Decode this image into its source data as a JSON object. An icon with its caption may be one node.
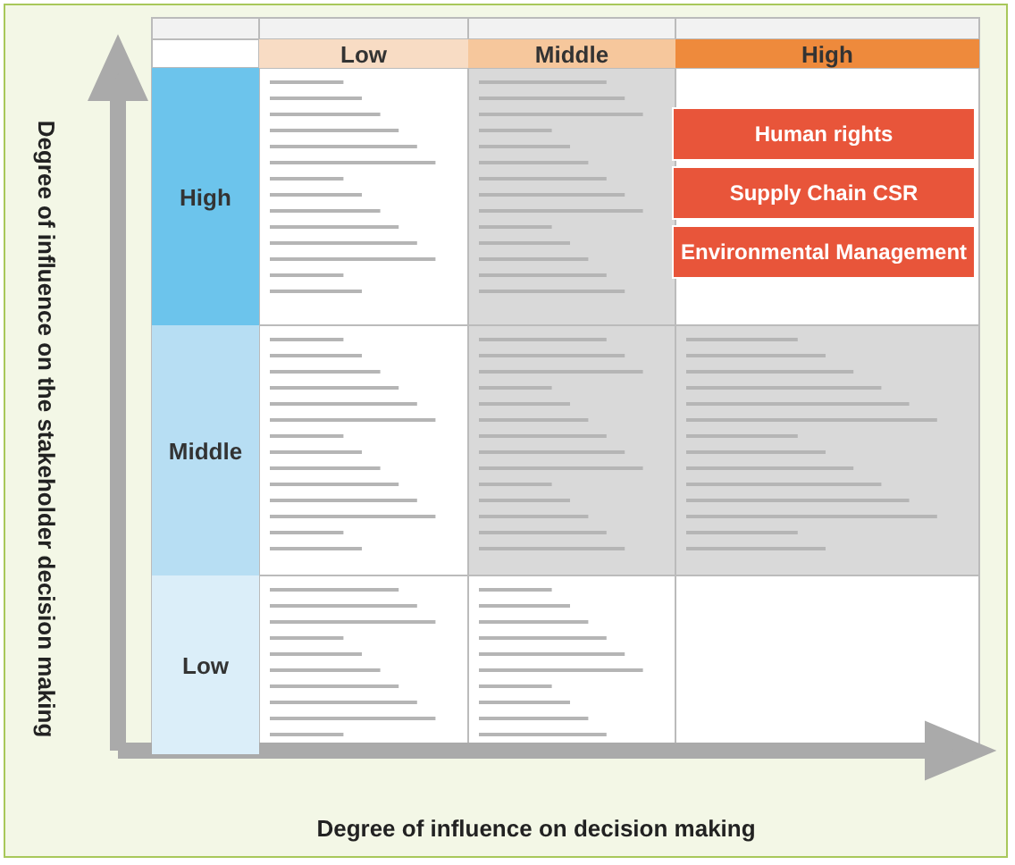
{
  "diagram": {
    "labels": [
      "Low",
      "Middle",
      "High",
      "High",
      "Middle",
      "Low",
      "Human rights",
      "Supply Chain CSR",
      "Environmental Management",
      "Degree of influence on the stakeholder decision making",
      "Degree of influence on decision making"
    ]
  }
}
